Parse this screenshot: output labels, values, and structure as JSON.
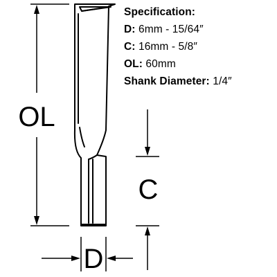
{
  "specification": {
    "title": "Specification:",
    "rows": [
      {
        "key": "D:",
        "value": "6mm - 15/64″"
      },
      {
        "key": "C:",
        "value": "16mm - 5/8″"
      },
      {
        "key": "OL:",
        "value": "60mm"
      },
      {
        "key": "Shank Diameter:",
        "value": "1/4″"
      }
    ]
  },
  "dimension_labels": {
    "ol": "OL",
    "c": "C",
    "d": "D"
  }
}
